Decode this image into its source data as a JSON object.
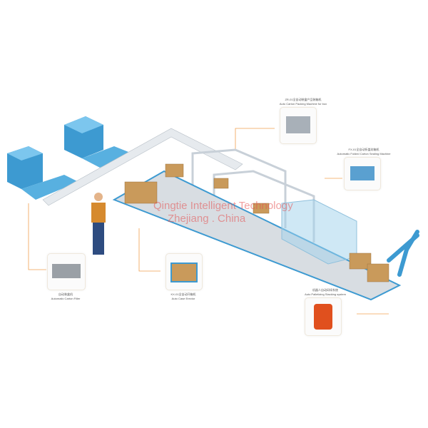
{
  "machines": [
    {
      "code": "ZR-01全自动装盒产品装箱机",
      "name": "Auto Carton Packing Machine for box"
    },
    {
      "code": "FX-01全自动折盖封箱机",
      "name": "Automatic Folded Carton Sealing Machine"
    },
    {
      "code": "自动装盒机",
      "name": "Automatic Carton Filler"
    },
    {
      "code": "KX-01全自动开箱机",
      "name": "Auto Case Erector"
    },
    {
      "code": "机器人自动码垛系统",
      "name": "Auto Palletizing Stacking system"
    }
  ],
  "watermark": {
    "line1": "Qingtie Intelligent Technology",
    "line2": "Zhejiang . China"
  },
  "colors": {
    "machine_blue": "#3d9ad1",
    "frame_gray": "#d8dde2",
    "box_tan": "#c99a5b",
    "leader_orange": "#f0a050",
    "robot_orange": "#e0501e"
  }
}
